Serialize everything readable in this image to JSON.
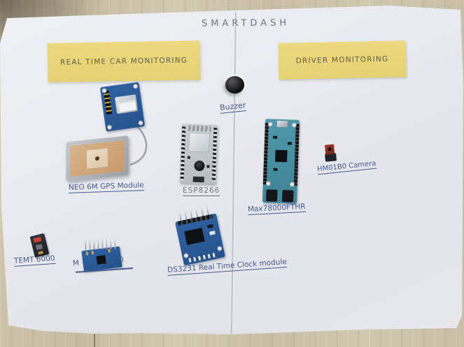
{
  "scene": {
    "title": "SMARTDASH",
    "left_note": "REAL TIME CAR MONITORING",
    "right_note": "DRIVER MONITORING",
    "labels": {
      "buzzer": "Buzzer",
      "gps": "NEO 6M GPS Module",
      "esp8266": "ESP8266",
      "max78000": "Max78000FTHR",
      "camera": "HM01B0 Camera",
      "temt6000": "TEMT 6000",
      "mpu_visible_left": "M",
      "mpu_visible_right": "0",
      "rtc": "DS3231 Real Time Clock module"
    },
    "colors": {
      "wood": "#cbc1a9",
      "paper": "#e7e9ee",
      "sticky_note": "#e9d77d",
      "ink_blue": "#44598e",
      "pencil_gray": "#70757c",
      "pcb_blue": "#2d5e9c",
      "pcb_teal": "#4a93a5",
      "antenna_copper": "#cfa377"
    }
  }
}
